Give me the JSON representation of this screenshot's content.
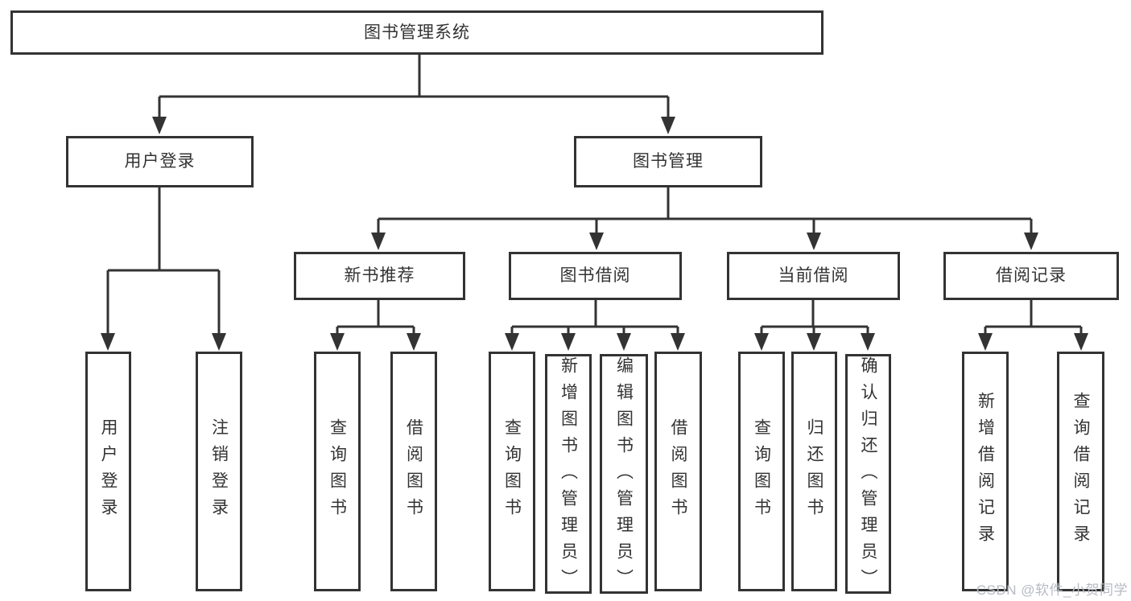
{
  "diagram": {
    "type": "hierarchy-tree",
    "colors": {
      "line": "#333333",
      "text": "#333333",
      "box_background": "#ffffff",
      "watermark_text": "#b6bac1"
    },
    "tree": {
      "label": "图书管理系统",
      "children": [
        {
          "label": "用户登录",
          "children": [
            {
              "label": "用户登录"
            },
            {
              "label": "注销登录"
            }
          ]
        },
        {
          "label": "图书管理",
          "children": [
            {
              "label": "新书推荐",
              "children": [
                {
                  "label": "查询图书"
                },
                {
                  "label": "借阅图书"
                }
              ]
            },
            {
              "label": "图书借阅",
              "children": [
                {
                  "label": "查询图书"
                },
                {
                  "label": "新增图书（管理员）"
                },
                {
                  "label": "编辑图书（管理员）"
                },
                {
                  "label": "借阅图书"
                }
              ]
            },
            {
              "label": "当前借阅",
              "children": [
                {
                  "label": "查询图书"
                },
                {
                  "label": "归还图书"
                },
                {
                  "label": "确认归还（管理员）"
                }
              ]
            },
            {
              "label": "借阅记录",
              "children": [
                {
                  "label": "新增借阅记录"
                },
                {
                  "label": "查询借阅记录"
                }
              ]
            }
          ]
        }
      ]
    },
    "watermark": "CSDN @软件_小贺同学"
  }
}
